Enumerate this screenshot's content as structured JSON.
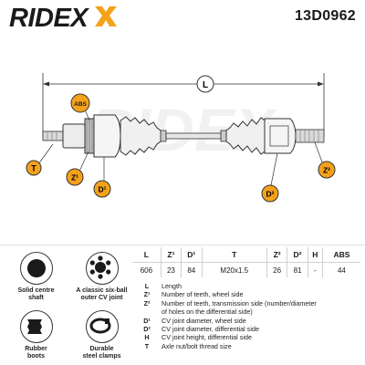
{
  "brand": {
    "name": "RIDEX"
  },
  "part_number": "13D0962",
  "diagram": {
    "labels": {
      "length": "L",
      "abs": "ABS",
      "thread": "T",
      "z1": "Z¹",
      "d1": "D¹",
      "d2": "D²",
      "z2": "Z²"
    }
  },
  "spec_table": {
    "headers": [
      "L",
      "Z¹",
      "D¹",
      "T",
      "Z²",
      "D²",
      "H",
      "ABS"
    ],
    "values": [
      "606",
      "23",
      "84",
      "M20x1.5",
      "26",
      "81",
      "-",
      "44"
    ]
  },
  "legend": [
    {
      "symbol": "L",
      "text": "Length"
    },
    {
      "symbol": "Z¹",
      "text": "Number of teeth, wheel side"
    },
    {
      "symbol": "Z²",
      "text": "Number of teeth, transmission side (number/diameter"
    },
    {
      "symbol": "",
      "text": "of holes on the differential side)"
    },
    {
      "symbol": "D¹",
      "text": "CV joint diameter, wheel side"
    },
    {
      "symbol": "D²",
      "text": "CV joint diameter, differential side"
    },
    {
      "symbol": "H",
      "text": "CV joint height, differential side"
    },
    {
      "symbol": "T",
      "text": "Axle nut/bolt thread size"
    }
  ],
  "features": [
    {
      "caption_1": "Solid centre",
      "caption_2": "shaft",
      "icon": "solid-shaft-icon"
    },
    {
      "caption_1": "A classic six-ball",
      "caption_2": "outer CV joint",
      "icon": "six-ball-joint-icon"
    },
    {
      "caption_1": "Rubber",
      "caption_2": "boots",
      "icon": "rubber-boot-icon"
    },
    {
      "caption_1": "Durable",
      "caption_2": "steel clamps",
      "icon": "steel-clamp-icon"
    }
  ],
  "colors": {
    "accent": "#f4a21b",
    "dark": "#1a1a1a",
    "label_bg": "#1f1f1f"
  }
}
